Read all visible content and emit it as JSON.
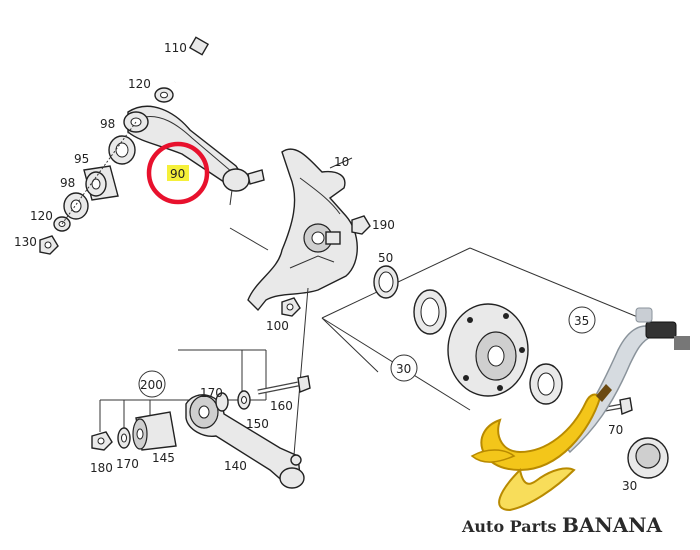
{
  "labels": {
    "l110": "110",
    "l120a": "120",
    "l98a": "98",
    "l95": "95",
    "l98b": "98",
    "l120b": "120",
    "l130": "130",
    "l90": "90",
    "l10": "10",
    "l190": "190",
    "l50": "50",
    "l35": "35",
    "l100": "100",
    "l30": "30",
    "l200": "200",
    "l170a": "170",
    "l150": "150",
    "l160": "160",
    "l180": "180",
    "l170b": "170",
    "l145": "145",
    "l140": "140",
    "l70": "70",
    "l80": "30"
  },
  "highlight": {
    "label": "90",
    "ring_color": "#e8112d",
    "fill_color": "#f5f03a"
  },
  "watermark": {
    "brand": "Auto Parts ",
    "brand_strong": "BANANA"
  },
  "colors": {
    "banana": "#f3c61a",
    "banana_dark": "#b88a00"
  }
}
